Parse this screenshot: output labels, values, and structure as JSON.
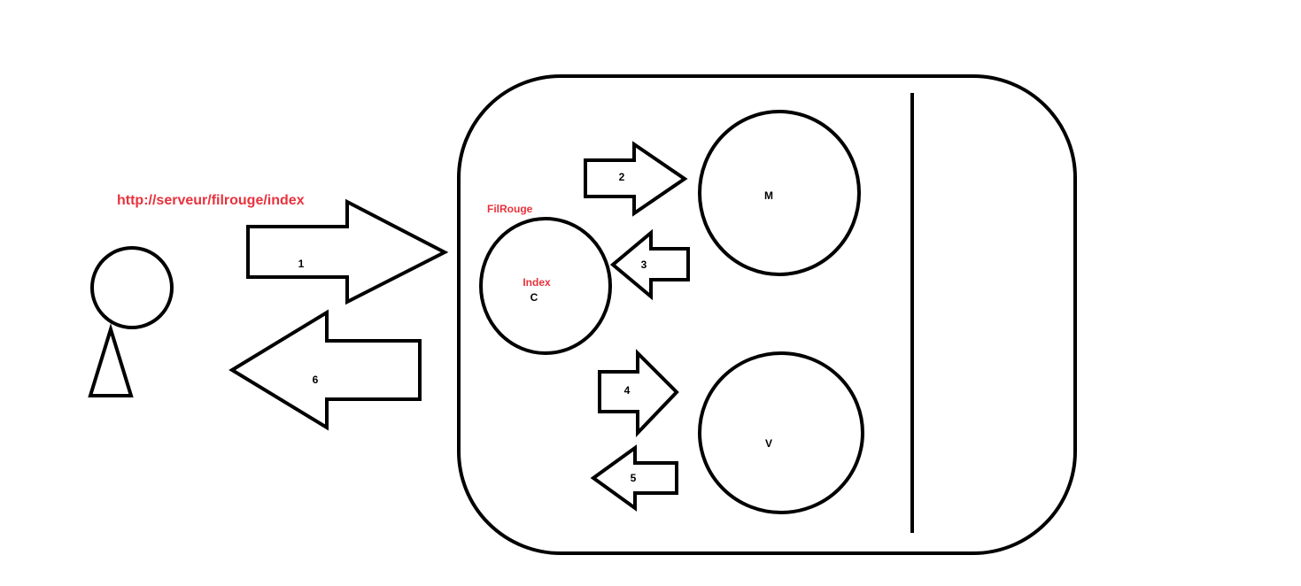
{
  "diagram": {
    "url": "http://serveur/filrouge/index",
    "app_name": "FilRouge",
    "controller": {
      "name": "Index",
      "letter": "C"
    },
    "model": {
      "letter": "M"
    },
    "view": {
      "letter": "V"
    },
    "arrows": [
      "1",
      "2",
      "3",
      "4",
      "5",
      "6"
    ],
    "colors": {
      "stroke": "#000000",
      "highlight": "#e8323c",
      "background": "#ffffff"
    }
  }
}
